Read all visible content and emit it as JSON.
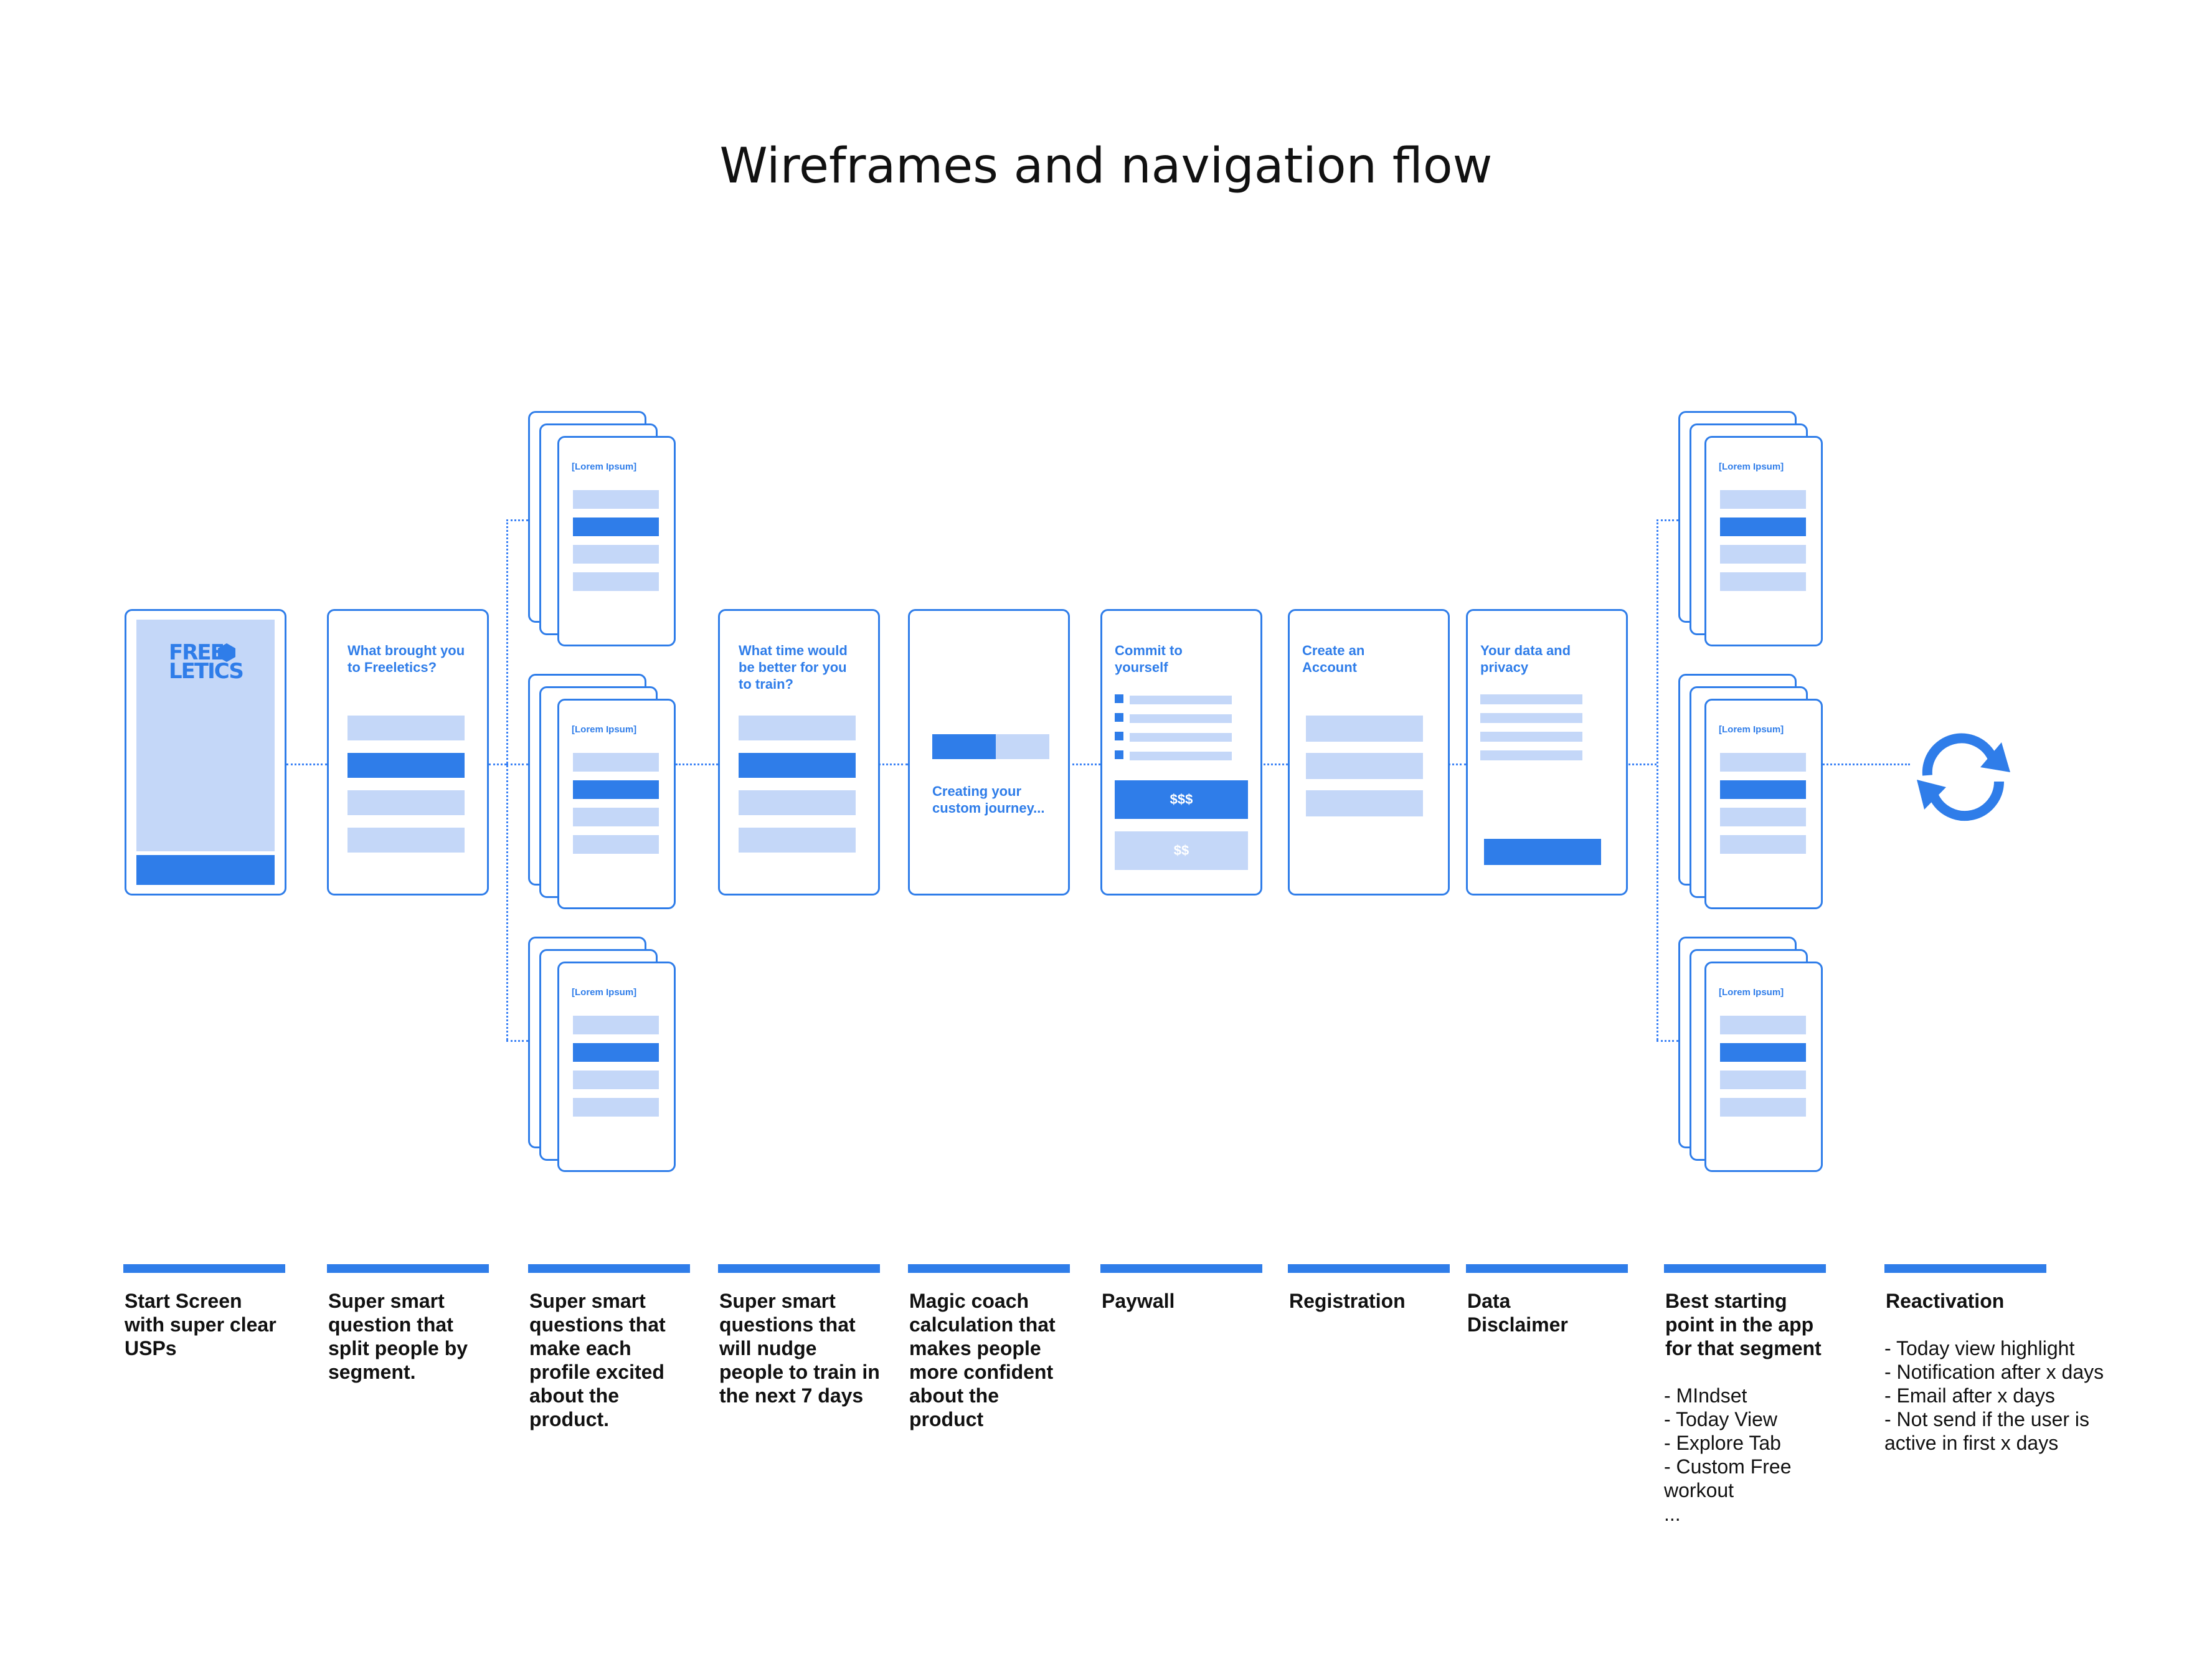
{
  "title": "Wireframes and navigation flow",
  "brand": {
    "logo_line1": "FREE",
    "logo_line2": "LETICS"
  },
  "screens": {
    "question1": "What brought you to Freeletics?",
    "question2": "What time would be better for you to train?",
    "loading": "Creating your custom journey...",
    "paywall_title": "Commit to yourself",
    "paywall_primary": "$$$",
    "paywall_secondary": "$$",
    "registration": "Create an Account",
    "privacy": "Your data and privacy",
    "placeholder": "[Lorem Ipsum]"
  },
  "captions": {
    "c1": "Start Screen with super clear USPs",
    "c2": "Super smart question that split people by segment.",
    "c3": "Super smart questions that make each profile excited about the product.",
    "c4": "Super smart questions that will nudge people to train in the next 7 days",
    "c5": "Magic coach calculation that makes people more confident about the product",
    "c6": "Paywall",
    "c7": "Registration",
    "c8": "Data Disclaimer",
    "c9": "Best starting point in the app for that segment",
    "c10": "Reactivation"
  },
  "lists": {
    "segment_items": [
      "- MIndset",
      "- Today View",
      "- Explore Tab",
      "- Custom Free workout",
      "..."
    ],
    "reactivation_items": [
      "- Today view highlight",
      "- Notification after x days",
      "- Email after x days",
      "- Not send if the user is active in first x days"
    ]
  },
  "colors": {
    "accent": "#2f7de9",
    "light": "#c4d7f8",
    "text": "#111111"
  },
  "icons": {
    "reactivation": "refresh-cycle-icon"
  }
}
